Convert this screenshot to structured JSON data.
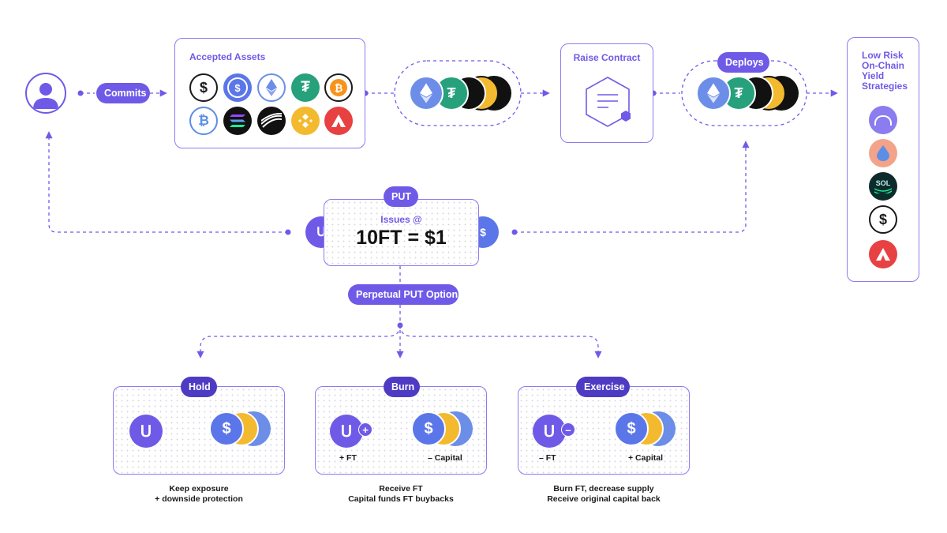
{
  "user": {
    "label": "Commits"
  },
  "accepted_assets": {
    "title": "Accepted Assets",
    "coins": [
      "usdc-outline-icon",
      "usdc-icon",
      "eth-icon",
      "usdt-icon",
      "btc-outline-icon",
      "wbtc-icon",
      "sol-icon",
      "stripe-coin-icon",
      "bnb-icon",
      "avax-icon"
    ]
  },
  "raise_contract": {
    "title": "Raise Contract"
  },
  "deploys": {
    "label": "Deploys"
  },
  "strategies": {
    "title_lines": [
      "Low Risk",
      "On-Chain",
      "Yield",
      "Strategies"
    ],
    "sol_text": "SOL"
  },
  "put": {
    "label": "PUT",
    "issues": "Issues @",
    "rate": "10FT = $1",
    "option_label": "Perpetual PUT Option"
  },
  "outcomes": [
    {
      "label": "Hold",
      "left_sub": "",
      "right_sub": "",
      "caption_lines": [
        "Keep exposure",
        "+ downside protection"
      ],
      "badge": ""
    },
    {
      "label": "Burn",
      "left_sub": "+ FT",
      "right_sub": "– Capital",
      "caption_lines": [
        "Receive FT",
        "Capital funds FT buybacks"
      ],
      "badge": "+"
    },
    {
      "label": "Exercise",
      "left_sub": "– FT",
      "right_sub": "+ Capital",
      "caption_lines": [
        "Burn FT, decrease supply",
        "Receive original capital back"
      ],
      "badge": "–"
    }
  ],
  "colors": {
    "accent": "#6f5ae8",
    "border": "#8b7cf0",
    "usdc": "#2775ca",
    "eth": "#6c8ee8",
    "usdt": "#26a17b",
    "bnb": "#f3ba2f",
    "avax": "#e84142"
  }
}
